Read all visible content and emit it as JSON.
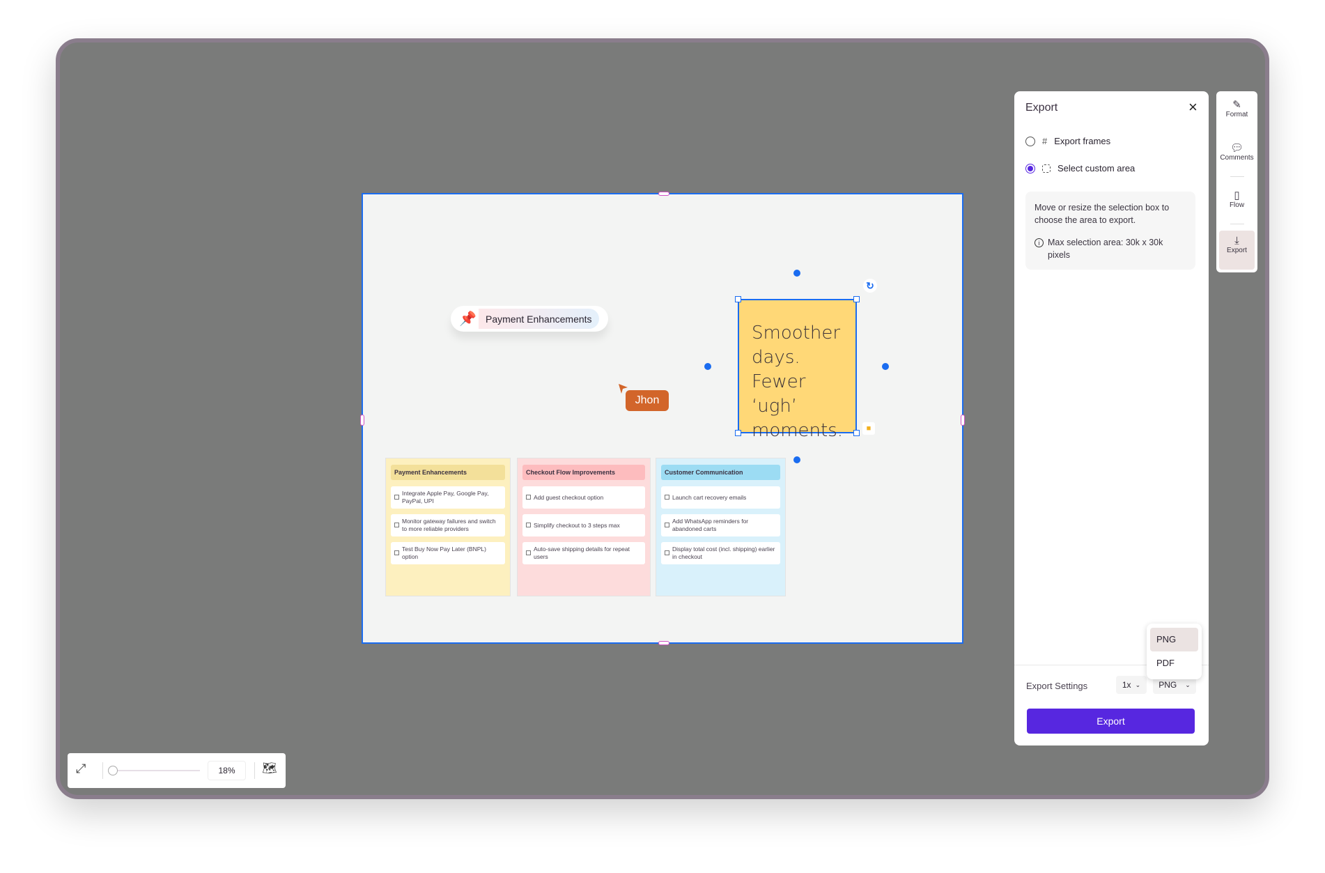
{
  "canvas": {
    "pill_label": "Payment Enhancements",
    "cursor_user": "Jhon",
    "sticky_lines": [
      "Smoother",
      "days.",
      "Fewer ‘ugh’",
      "moments."
    ],
    "columns": [
      {
        "title": "Payment Enhancements",
        "bg": "#fdf0bf",
        "header_bg": "#f3e09a",
        "items": [
          "Integrate Apple Pay, Google Pay, PayPal, UPI",
          "Monitor gateway failures and switch to more reliable providers",
          "Test Buy Now Pay Later (BNPL) option"
        ]
      },
      {
        "title": "Checkout Flow Improvements",
        "bg": "#fddcdc",
        "header_bg": "#fdbcbe",
        "items": [
          "Add guest checkout option",
          "Simplify checkout to 3 steps max",
          "Auto-save shipping details for repeat users"
        ]
      },
      {
        "title": "Customer Communication",
        "bg": "#d9f1fb",
        "header_bg": "#9cdcf3",
        "items": [
          "Launch cart recovery emails",
          "Add WhatsApp reminders for abandoned carts",
          "Display total cost (incl. shipping) earlier in checkout"
        ]
      }
    ]
  },
  "export_panel": {
    "title": "Export",
    "options": [
      {
        "label": "Export frames",
        "selected": false
      },
      {
        "label": "Select custom area",
        "selected": true
      }
    ],
    "info_text": "Move or resize the selection box to choose the area to export.",
    "max_text": "Max selection area: 30k x 30k pixels",
    "settings_label": "Export Settings",
    "scale_value": "1x",
    "format_value": "PNG",
    "format_options": [
      "PNG",
      "PDF"
    ],
    "export_button": "Export",
    "accent": "#5727e0"
  },
  "toolbar": {
    "items": [
      "Format",
      "Comments",
      "Flow",
      "Export"
    ],
    "active": "Export"
  },
  "zoom": {
    "value": "18%",
    "level_percent": 18
  }
}
